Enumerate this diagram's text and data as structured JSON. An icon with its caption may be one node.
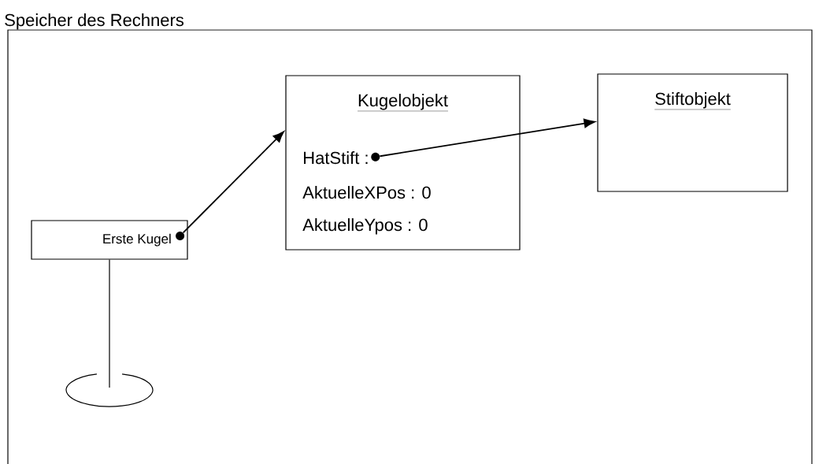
{
  "diagram": {
    "nodes": [
      {
        "text": [
          "Speicher des Rechners"
        ]
      },
      {
        "text": [
          "Erste Kugel"
        ],
        "in": 0
      },
      {
        "text": [
          "Kugelobjekt",
          "HatStift :",
          "AktuelleXPos : 0",
          "AktuelleYpos : 0"
        ],
        "in": 0
      },
      {
        "text": [
          "Stiftobjekt"
        ],
        "in": 0
      },
      {
        "text": [],
        "shape": "ellipse",
        "in": 0
      }
    ],
    "edges": [
      {
        "from": 1,
        "to": 2,
        "arrow": "to"
      },
      {
        "from": 2,
        "to": 3,
        "arrow": "to"
      },
      {
        "from": 1,
        "to": 4,
        "arrow": "none"
      }
    ]
  }
}
